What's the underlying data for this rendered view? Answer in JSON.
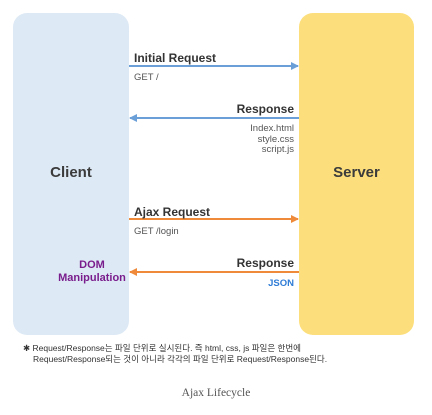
{
  "client": {
    "label": "Client"
  },
  "server": {
    "label": "Server"
  },
  "initial_request": {
    "title": "Initial Request",
    "detail": "GET /"
  },
  "response_1": {
    "title": "Response",
    "files": [
      "Index.html",
      "style.css",
      "script.js"
    ]
  },
  "ajax_request": {
    "title": "Ajax Request",
    "detail": "GET /login"
  },
  "response_2": {
    "title": "Response",
    "detail": "JSON"
  },
  "dom_manipulation": {
    "label": "DOM\nManipulation"
  },
  "footnote": {
    "line1": "✱ Request/Response는 파일 단위로 실시된다. 즉 html, css, js 파일은 한번에",
    "line2": "Request/Response되는 것이 아니라 각각의 파일 단위로 Request/Response된다."
  },
  "caption": "Ajax Lifecycle",
  "colors": {
    "request_arrow": "#6a9fd8",
    "ajax_arrow": "#ee8a3a",
    "client_fill": "#dde9f5",
    "server_fill": "#fcdf7c",
    "dom_text": "#7a1d8c",
    "json_text": "#2e7bd6"
  }
}
